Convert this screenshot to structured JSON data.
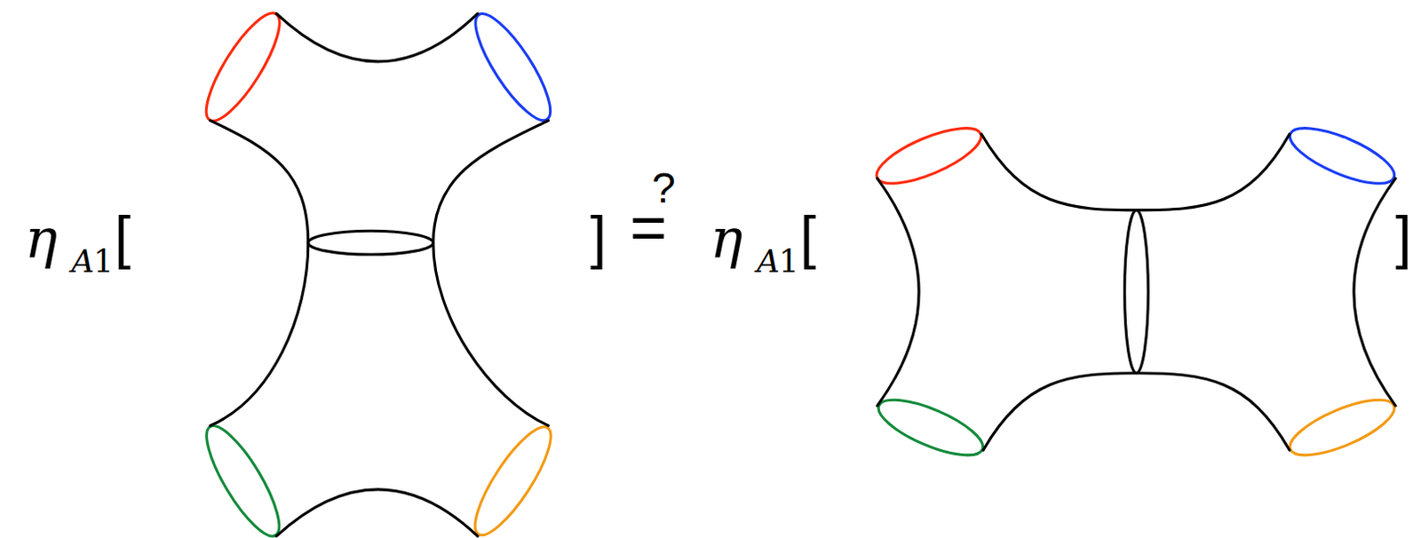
{
  "diagram": {
    "labels": [
      "η",
      "A",
      "1",
      "[",
      "]",
      "?",
      "=",
      "η",
      "A",
      "1",
      "[",
      "]"
    ]
  }
}
